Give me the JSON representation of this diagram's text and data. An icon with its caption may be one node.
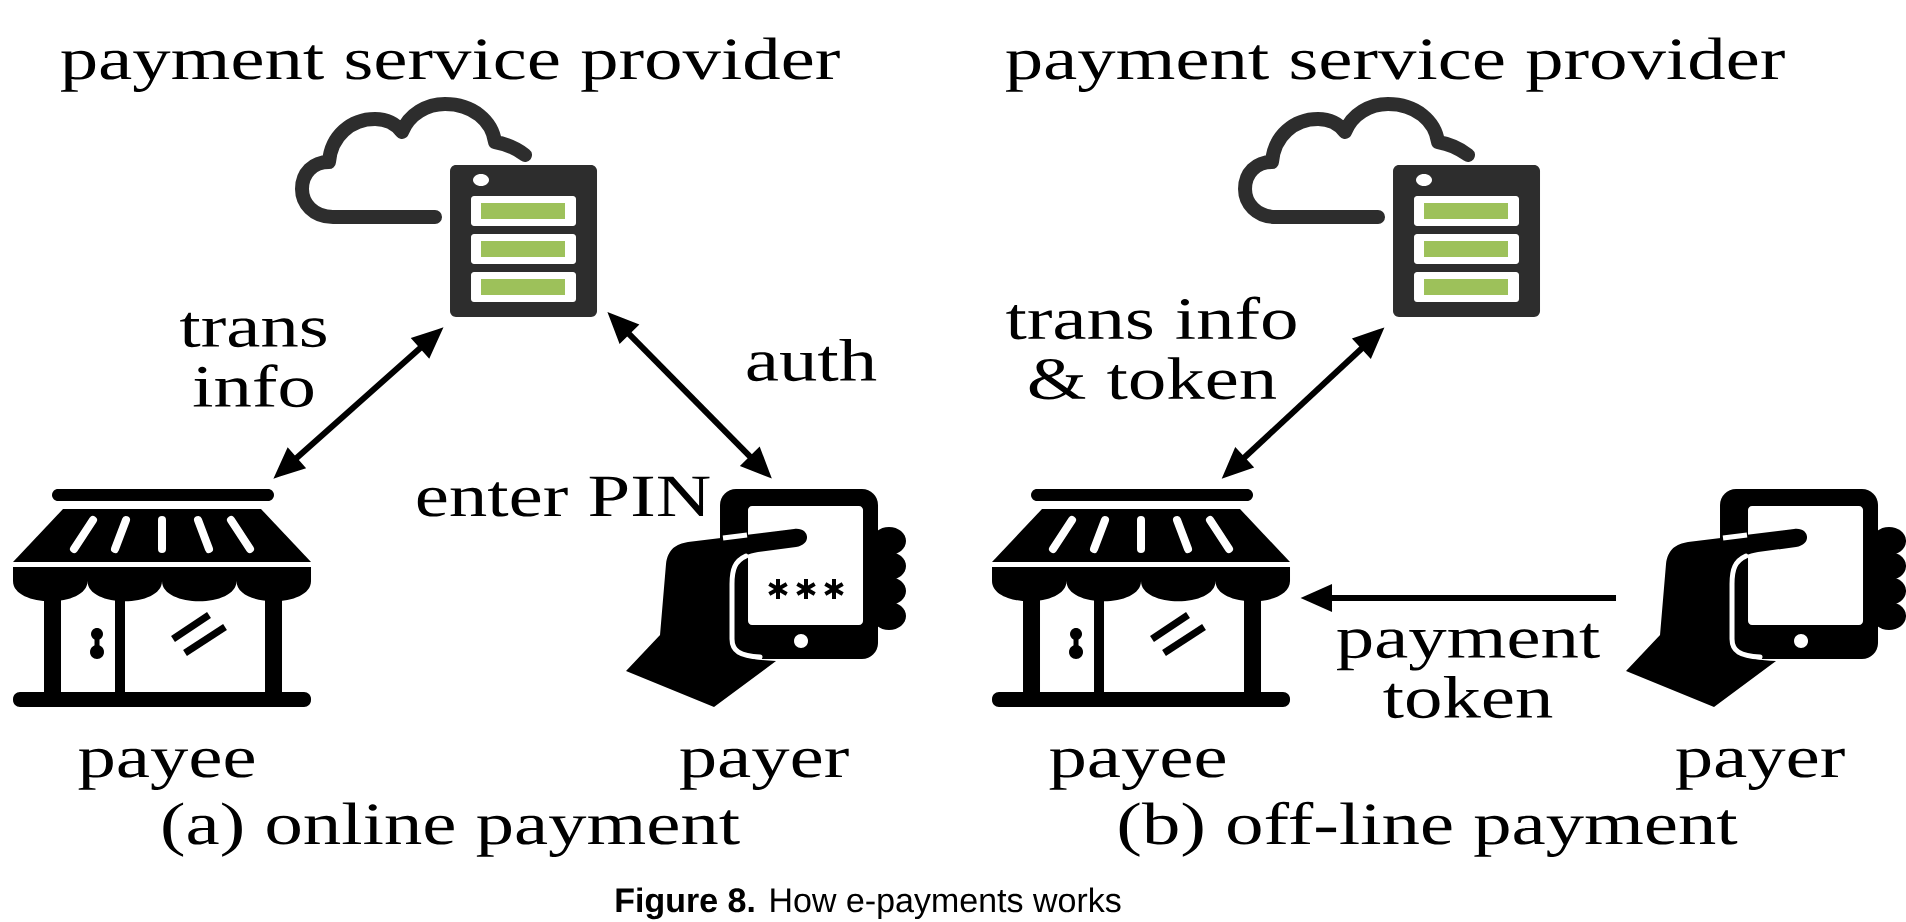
{
  "diagram": {
    "nodes": [
      {
        "text": [
          "payment service provider"
        ]
      },
      {
        "text": [
          "payee"
        ]
      },
      {
        "text": [
          "payer"
        ],
        "beside": [
          "enter PIN"
        ]
      },
      {
        "text": [
          "payment service provider"
        ]
      },
      {
        "text": [
          "payee"
        ]
      },
      {
        "text": [
          "payer"
        ]
      }
    ],
    "edges": [
      {
        "from": 1,
        "to": 0,
        "arrow": "both",
        "label": "trans info"
      },
      {
        "from": 0,
        "to": 2,
        "arrow": "both",
        "label": "auth"
      },
      {
        "from": 4,
        "to": 3,
        "arrow": "both",
        "label": "trans info & token"
      },
      {
        "from": 5,
        "to": 4,
        "arrow": "to",
        "label": "payment token"
      }
    ],
    "labels": [
      "(a) online payment",
      "(b) off-line payment"
    ],
    "caption": "**Figure 8.** How e-payments works"
  }
}
